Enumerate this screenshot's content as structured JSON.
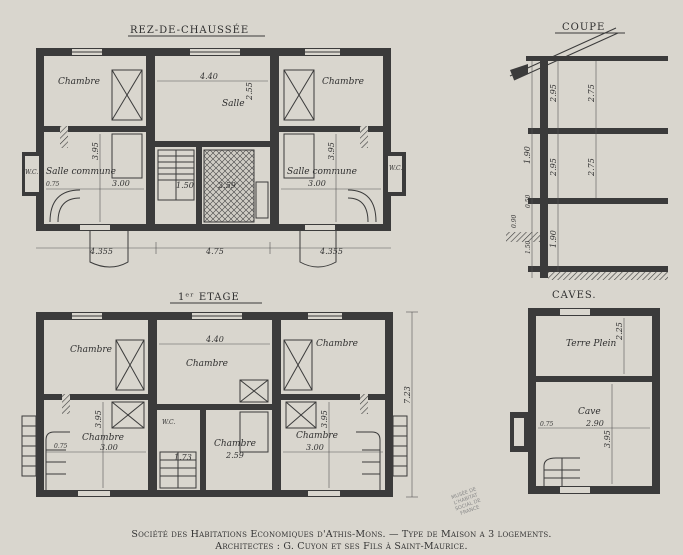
{
  "titles": {
    "ground_floor": "REZ-DE-CHAUSSÉE",
    "first_floor": "1ᵉʳ ETAGE",
    "section": "COUPE",
    "cellars": "CAVES."
  },
  "rooms": {
    "gf_left_top": "Chambre",
    "gf_center_top": "Salle",
    "gf_right_top": "Chambre",
    "gf_left_common": "Salle commune",
    "gf_right_common": "Salle commune",
    "gf_left_wc": "W.C.",
    "gf_right_wc": "W.C.",
    "ff_left_top": "Chambre",
    "ff_center_top": "Chambre",
    "ff_right_top": "Chambre",
    "ff_left_bottom": "Chambre",
    "ff_center_bottom": "Chambre",
    "ff_right_bottom": "Chambre",
    "ff_wc": "W.C.",
    "cellar_top": "Terre Plein",
    "cellar_bottom": "Cave"
  },
  "dimensions": {
    "gf_center_width": "4.40",
    "gf_salle_depth": "2.55",
    "gf_left_depth": "3.95",
    "gf_right_depth": "3.95",
    "gf_left_common_width": "3.00",
    "gf_right_common_width": "3.00",
    "gf_stair_width": "1.50",
    "gf_kitchen_width": "2.59",
    "gf_left_small": "0.75",
    "gf_left_overall": "4.355",
    "gf_center_overall": "4.75",
    "gf_right_overall": "4.355",
    "ff_center_width": "4.40",
    "ff_left_depth": "3.95",
    "ff_right_depth": "3.95",
    "ff_left_width": "3.00",
    "ff_right_width": "3.00",
    "ff_center_bottom_width": "2.59",
    "ff_stair_width": "1.73",
    "ff_left_small": "0.75",
    "ff_overall_depth": "7.23",
    "sec_h1": "2.95",
    "sec_h2": "2.75",
    "sec_h3": "2.95",
    "sec_h4": "2.75",
    "sec_h5": "1.90",
    "sec_h6": "1.90",
    "sec_h7": "0.50",
    "sec_h8": "0.90",
    "sec_h9": "1.50",
    "cel_depth": "2.25",
    "cel_width": "2.90",
    "cel_depth2": "3.95",
    "cel_small": "0.75"
  },
  "caption": {
    "line1": "Société des Habitations Economiques d'Athis-Mons. — Type de Maison a 3 logements.",
    "line2": "Architectes : G. Cuyon et ses Fils à Saint-Maurice."
  },
  "stamp": "MUSÉE DE L'HABITAT SOCIAL DE FRANCE"
}
